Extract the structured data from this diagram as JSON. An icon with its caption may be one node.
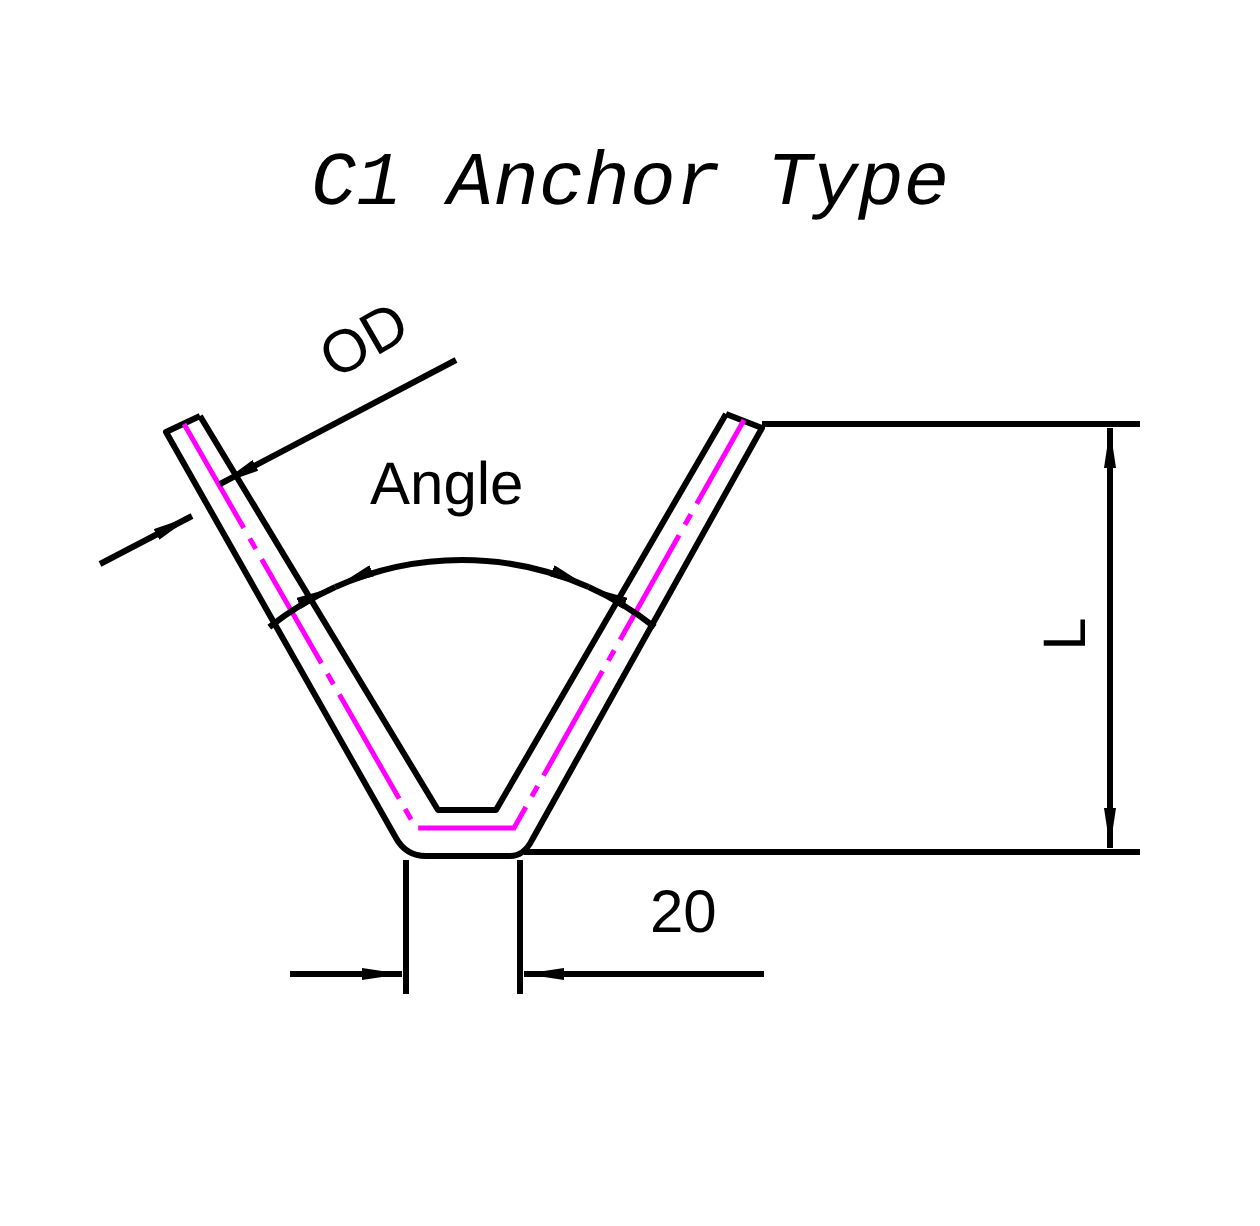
{
  "diagram": {
    "title": "C1 Anchor Type",
    "labels": [
      "OD",
      "Angle",
      "L",
      "20"
    ]
  }
}
